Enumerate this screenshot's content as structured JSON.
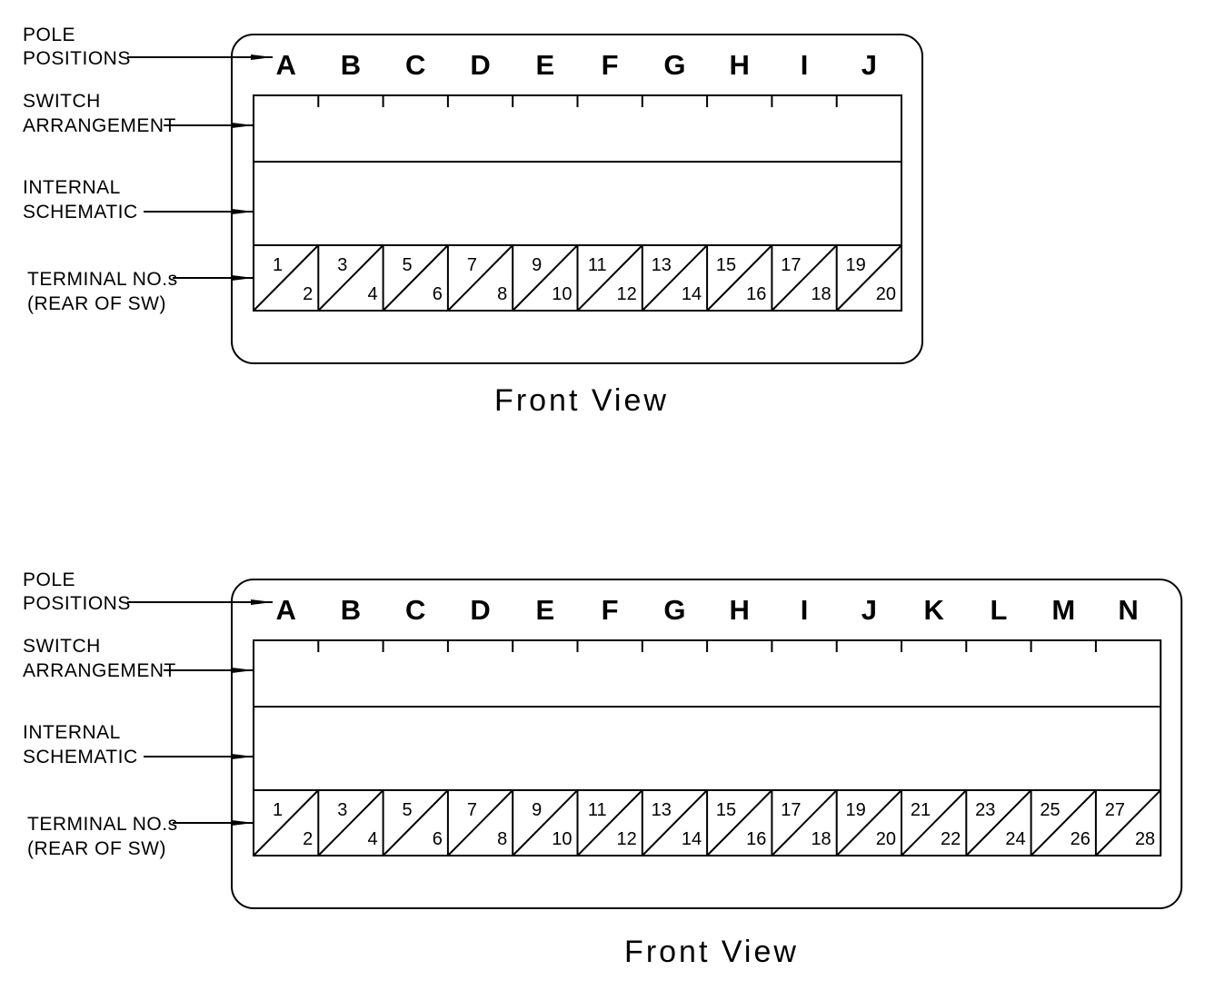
{
  "diagrams": [
    {
      "labels": {
        "pole": [
          "POLE",
          "POSITIONS"
        ],
        "switch": [
          "SWITCH",
          "ARRANGEMENT"
        ],
        "internal": [
          "INTERNAL",
          "SCHEMATIC"
        ],
        "terminal": [
          "TERMINAL NO.s",
          "(REAR OF SW)"
        ]
      },
      "poles": [
        "A",
        "B",
        "C",
        "D",
        "E",
        "F",
        "G",
        "H",
        "I",
        "J"
      ],
      "terminals": [
        [
          "1",
          "2"
        ],
        [
          "3",
          "4"
        ],
        [
          "5",
          "6"
        ],
        [
          "7",
          "8"
        ],
        [
          "9",
          "10"
        ],
        [
          "11",
          "12"
        ],
        [
          "13",
          "14"
        ],
        [
          "15",
          "16"
        ],
        [
          "17",
          "18"
        ],
        [
          "19",
          "20"
        ]
      ],
      "caption": "Front View"
    },
    {
      "labels": {
        "pole": [
          "POLE",
          "POSITIONS"
        ],
        "switch": [
          "SWITCH",
          "ARRANGEMENT"
        ],
        "internal": [
          "INTERNAL",
          "SCHEMATIC"
        ],
        "terminal": [
          "TERMINAL NO.s",
          "(REAR OF SW)"
        ]
      },
      "poles": [
        "A",
        "B",
        "C",
        "D",
        "E",
        "F",
        "G",
        "H",
        "I",
        "J",
        "K",
        "L",
        "M",
        "N"
      ],
      "terminals": [
        [
          "1",
          "2"
        ],
        [
          "3",
          "4"
        ],
        [
          "5",
          "6"
        ],
        [
          "7",
          "8"
        ],
        [
          "9",
          "10"
        ],
        [
          "11",
          "12"
        ],
        [
          "13",
          "14"
        ],
        [
          "15",
          "16"
        ],
        [
          "17",
          "18"
        ],
        [
          "19",
          "20"
        ],
        [
          "21",
          "22"
        ],
        [
          "23",
          "24"
        ],
        [
          "25",
          "26"
        ],
        [
          "27",
          "28"
        ]
      ],
      "caption": "Front View"
    }
  ]
}
